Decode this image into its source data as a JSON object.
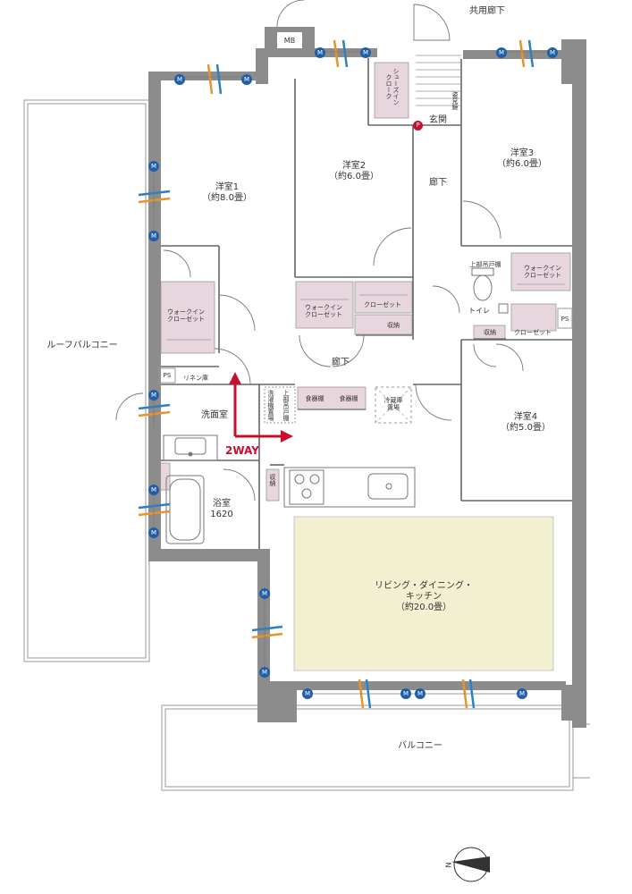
{
  "labels": {
    "shared_corridor": "共用廊下",
    "mb": "MB",
    "shoes_closet": "シューズイン\nクローク",
    "mirror": "姿見鏡",
    "entrance": "玄関",
    "room1": "洋室1\n（約8.0畳）",
    "room2": "洋室2\n（約6.0畳）",
    "room3": "洋室3\n（約6.0畳）",
    "room4": "洋室4\n（約5.0畳）",
    "corridor_upper": "廊下",
    "corridor_lower": "廊下",
    "wic1": "ウォークイン\nクローゼット",
    "wic2": "ウォークイン\nクローゼット",
    "wic3": "ウォークイン\nクローゼット",
    "closet2": "クローゼット",
    "closet3": "クローゼット",
    "storage_a": "収納",
    "storage_b": "収納",
    "storage_c": "収納",
    "toilet": "トイレ",
    "upper_cabinet": "上部吊戸棚",
    "ps1": "PS",
    "ps2": "PS",
    "linen": "リネン庫",
    "washroom": "洗面室",
    "washer_area": "洗濯機置場",
    "upper_cabinet2": "上部吊戸棚",
    "dish1": "食器棚",
    "dish2": "食器棚",
    "fridge": "冷蔵庫\n置場",
    "bath": "浴室\n1620",
    "roof_balcony": "ルーフバルコニー",
    "ldk": "リビング・ダイニング・\nキッチン\n（約20.0畳）",
    "balcony": "バルコニー",
    "two_way": "2WAY",
    "compass_n": "N",
    "m_mark": "M",
    "p_mark": "P"
  },
  "colors": {
    "wall": "#8c8c8c",
    "closet_fill": "#e8d6de",
    "ldk_fill": "#f3f0d2",
    "arrow": "#c8102e",
    "m_badge": "#1f5fa8",
    "curtain_orange": "#e8942a",
    "curtain_blue": "#2e7fc2"
  }
}
